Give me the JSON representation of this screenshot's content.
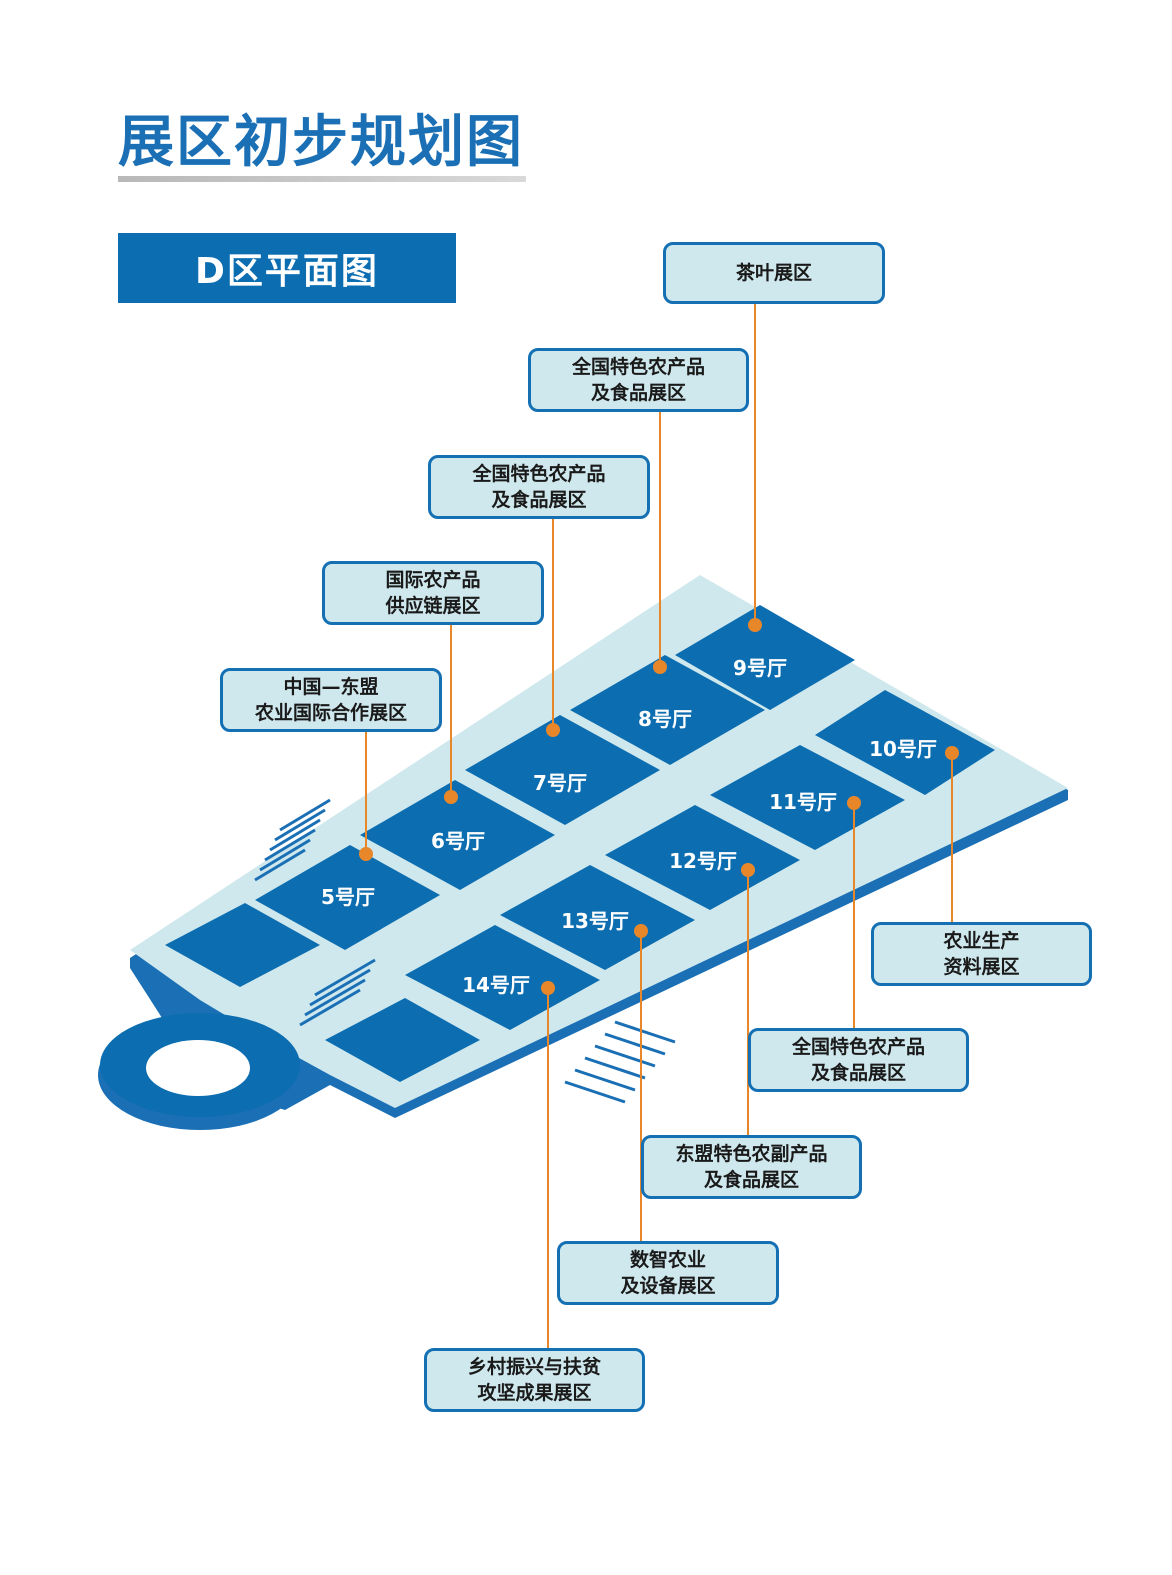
{
  "header": {
    "title": "展区初步规划图",
    "section": "D区平面图"
  },
  "halls": [
    {
      "id": "h5",
      "name": "5号厅",
      "zone": "中国—东盟农业国际合作展区"
    },
    {
      "id": "h6",
      "name": "6号厅",
      "zone": "国际农产品供应链展区"
    },
    {
      "id": "h7",
      "name": "7号厅",
      "zone": "全国特色农产品及食品展区"
    },
    {
      "id": "h8",
      "name": "8号厅",
      "zone": "全国特色农产品及食品展区"
    },
    {
      "id": "h9",
      "name": "9号厅",
      "zone": "茶叶展区"
    },
    {
      "id": "h10",
      "name": "10号厅",
      "zone": "农业生产资料展区"
    },
    {
      "id": "h11",
      "name": "11号厅",
      "zone": "全国特色农产品及食品展区"
    },
    {
      "id": "h12",
      "name": "12号厅",
      "zone": "东盟特色农副产品及食品展区"
    },
    {
      "id": "h13",
      "name": "13号厅",
      "zone": "数智农业及设备展区"
    },
    {
      "id": "h14",
      "name": "14号厅",
      "zone": "乡村振兴与扶贫攻坚成果展区"
    }
  ],
  "callouts": {
    "c9": {
      "line1": "茶叶展区",
      "line2": ""
    },
    "c8": {
      "line1": "全国特色农产品",
      "line2": "及食品展区"
    },
    "c7": {
      "line1": "全国特色农产品",
      "line2": "及食品展区"
    },
    "c6": {
      "line1": "国际农产品",
      "line2": "供应链展区"
    },
    "c5": {
      "line1": "中国—东盟",
      "line2": "农业国际合作展区"
    },
    "c10": {
      "line1": "农业生产",
      "line2": "资料展区"
    },
    "c11": {
      "line1": "全国特色农产品",
      "line2": "及食品展区"
    },
    "c12": {
      "line1": "东盟特色农副产品",
      "line2": "及食品展区"
    },
    "c13": {
      "line1": "数智农业",
      "line2": "及设备展区"
    },
    "c14": {
      "line1": "乡村振兴与扶贫",
      "line2": "攻坚成果展区"
    }
  },
  "colors": {
    "primary": "#0c6db0",
    "platform": "#cfe8ed",
    "leader": "#e8872a",
    "border": "#1470b3"
  }
}
